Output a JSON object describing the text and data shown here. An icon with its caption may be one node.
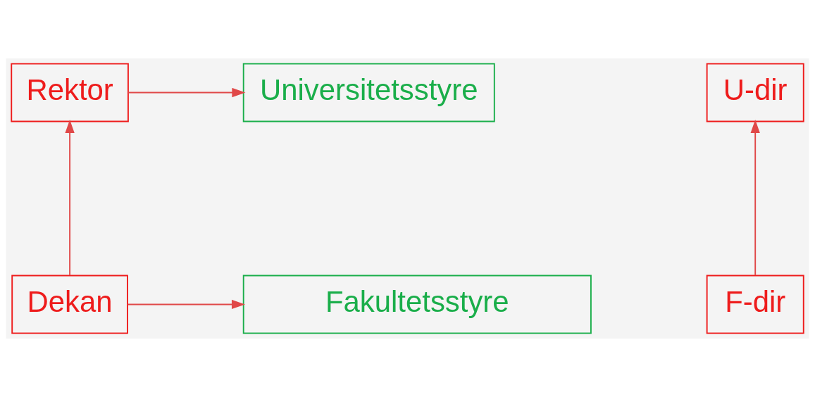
{
  "diagram": {
    "nodes": [
      {
        "text": [
          "Universitetsstyre"
        ]
      },
      {
        "text": [
          "Rektor"
        ]
      },
      {
        "text": [
          "Fakultetsstyre"
        ]
      },
      {
        "text": [
          "Dekan"
        ]
      },
      {
        "text": [
          "U-dir"
        ]
      },
      {
        "text": [
          "F-dir"
        ]
      }
    ],
    "edges": [
      {
        "from": 1,
        "to": 0,
        "arrow": "to"
      },
      {
        "from": 3,
        "to": 1,
        "arrow": "to"
      },
      {
        "from": 3,
        "to": 2,
        "arrow": "to"
      },
      {
        "from": 5,
        "to": 4,
        "arrow": "to"
      }
    ]
  }
}
